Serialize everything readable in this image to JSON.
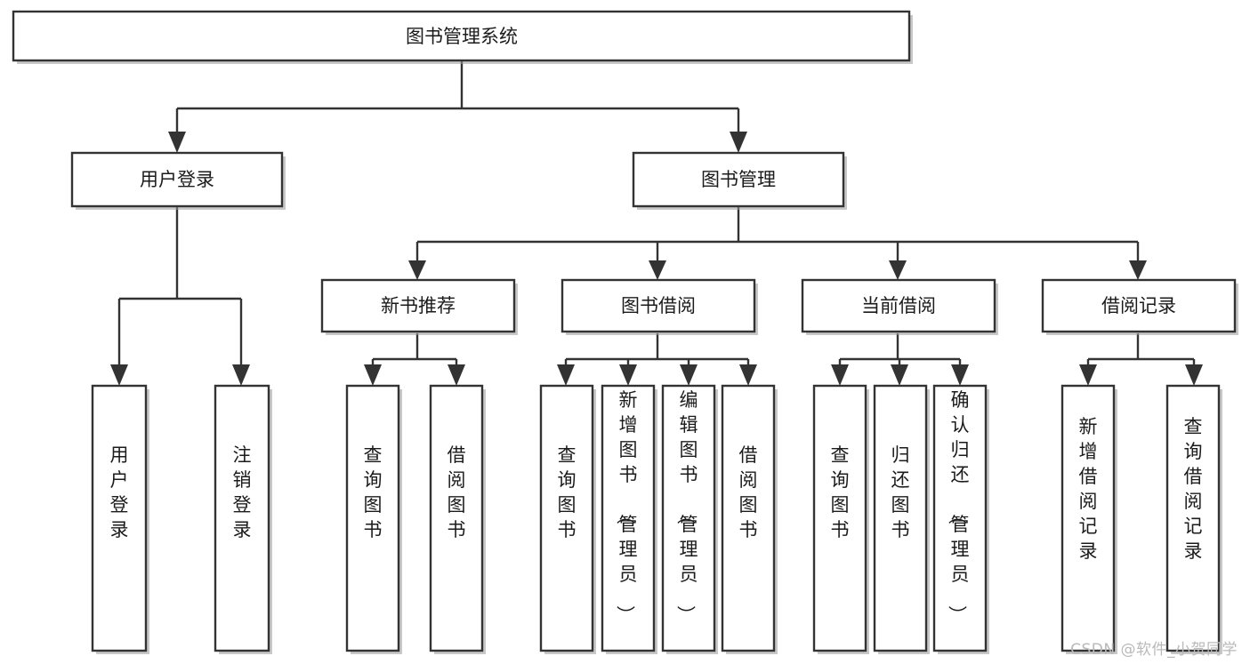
{
  "diagram": {
    "type": "tree",
    "title": "图书管理系统",
    "orientation": "top-down",
    "watermark": "CSDN @软件_小贺同学",
    "colors": {
      "box_fill": "#ffffff",
      "box_stroke": "#333333",
      "text": "#1b1b1b",
      "watermark": "#b9b9b9",
      "shadow": "#9a9a9a"
    },
    "levels": {
      "level1": "root",
      "level2": "modules",
      "level3": "submodules",
      "level4": "functions"
    },
    "nodes": {
      "root": {
        "label": "图书管理系统",
        "orient": "horizontal"
      },
      "user_login": {
        "label": "用户登录",
        "orient": "horizontal"
      },
      "book_manage": {
        "label": "图书管理",
        "orient": "horizontal"
      },
      "new_book_rec": {
        "label": "新书推荐",
        "orient": "horizontal"
      },
      "book_borrow": {
        "label": "图书借阅",
        "orient": "horizontal"
      },
      "current_borrow": {
        "label": "当前借阅",
        "orient": "horizontal"
      },
      "borrow_record": {
        "label": "借阅记录",
        "orient": "horizontal"
      },
      "leaf_user_login": {
        "label": "用户登录",
        "orient": "vertical"
      },
      "leaf_logout": {
        "label": "注销登录",
        "orient": "vertical"
      },
      "leaf_query_book_1": {
        "label": "查询图书",
        "orient": "vertical"
      },
      "leaf_borrow_book_1": {
        "label": "借阅图书",
        "orient": "vertical"
      },
      "leaf_query_book_2": {
        "label": "查询图书",
        "orient": "vertical"
      },
      "leaf_add_book": {
        "label": "新增图书（管理员）",
        "orient": "vertical"
      },
      "leaf_edit_book": {
        "label": "编辑图书（管理员）",
        "orient": "vertical"
      },
      "leaf_borrow_book_2": {
        "label": "借阅图书",
        "orient": "vertical"
      },
      "leaf_query_book_3": {
        "label": "查询图书",
        "orient": "vertical"
      },
      "leaf_return_book": {
        "label": "归还图书",
        "orient": "vertical"
      },
      "leaf_confirm_return": {
        "label": "确认归还（管理员）",
        "orient": "vertical"
      },
      "leaf_add_record": {
        "label": "新增借阅记录",
        "orient": "vertical"
      },
      "leaf_query_record": {
        "label": "查询借阅记录",
        "orient": "vertical"
      }
    },
    "edges": [
      {
        "from": "root",
        "to": "user_login"
      },
      {
        "from": "root",
        "to": "book_manage"
      },
      {
        "from": "user_login",
        "to": "leaf_user_login"
      },
      {
        "from": "user_login",
        "to": "leaf_logout"
      },
      {
        "from": "book_manage",
        "to": "new_book_rec"
      },
      {
        "from": "book_manage",
        "to": "book_borrow"
      },
      {
        "from": "book_manage",
        "to": "current_borrow"
      },
      {
        "from": "book_manage",
        "to": "borrow_record"
      },
      {
        "from": "new_book_rec",
        "to": "leaf_query_book_1"
      },
      {
        "from": "new_book_rec",
        "to": "leaf_borrow_book_1"
      },
      {
        "from": "book_borrow",
        "to": "leaf_query_book_2"
      },
      {
        "from": "book_borrow",
        "to": "leaf_add_book"
      },
      {
        "from": "book_borrow",
        "to": "leaf_edit_book"
      },
      {
        "from": "book_borrow",
        "to": "leaf_borrow_book_2"
      },
      {
        "from": "current_borrow",
        "to": "leaf_query_book_3"
      },
      {
        "from": "current_borrow",
        "to": "leaf_return_book"
      },
      {
        "from": "current_borrow",
        "to": "leaf_confirm_return"
      },
      {
        "from": "borrow_record",
        "to": "leaf_add_record"
      },
      {
        "from": "borrow_record",
        "to": "leaf_query_record"
      }
    ]
  }
}
